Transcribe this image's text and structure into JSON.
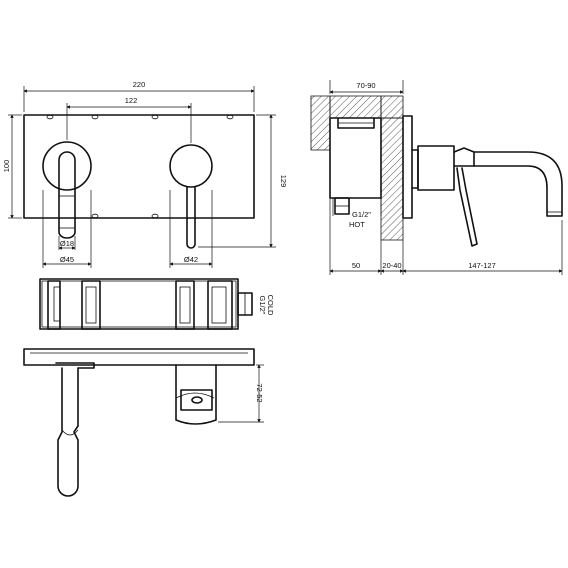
{
  "dimensions": {
    "plate_width": "220",
    "center_distance": "122",
    "plate_height": "100",
    "overall_height": "129",
    "spout_dia": "Ø18",
    "spout_rosette_dia": "Ø45",
    "handle_dia": "Ø42",
    "wall_depth": "70-90",
    "body_depth": "50",
    "tile_depth": "20-40",
    "spout_projection": "147-127",
    "hot_inlet": "G1/2\"",
    "hot_label": "HOT",
    "cold_inlet": "G1/2\"",
    "cold_label": "COLD",
    "spout_drop": "72-52"
  }
}
